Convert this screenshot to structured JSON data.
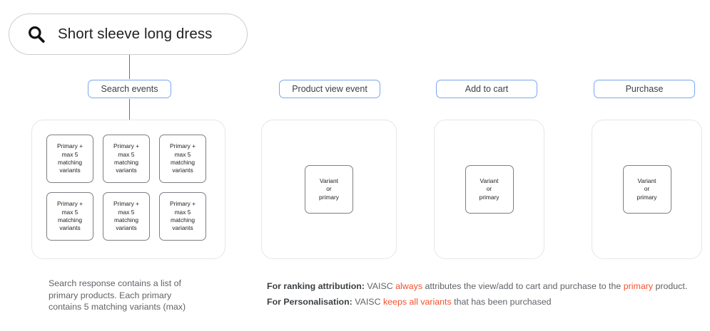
{
  "search": {
    "icon": "search-icon",
    "query": "Short sleeve long dress"
  },
  "colors": {
    "pill_border": "#7aa7f0",
    "panel_border": "#e4e6e8",
    "card_border": "#7b8085",
    "highlight_red": "#f4512c",
    "text_muted": "#5f6368",
    "text_strong": "#3c4043"
  },
  "columns": [
    {
      "label": "Search events",
      "card_text": "Primary +\nmax 5\nmatching\nvariants",
      "card_count": 6
    },
    {
      "label": "Product view event",
      "card_text": "Variant\nor\nprimary",
      "card_count": 1
    },
    {
      "label": "Add to cart",
      "card_text": "Variant\nor\nprimary",
      "card_count": 1
    },
    {
      "label": "Purchase",
      "card_text": "Variant\nor\nprimary",
      "card_count": 1
    }
  ],
  "caption_left": "Search response contains a list of\nprimary products. Each primary\ncontains 5 matching variants (max)",
  "annotations": [
    {
      "label": "For ranking attribution:",
      "part1": " VAISC ",
      "highlight1": "always",
      "part2": " attributes the view/add to cart and purchase to the ",
      "highlight2": "primary",
      "part3": " product."
    },
    {
      "label": "For Personalisation:",
      "part1": " VAISC ",
      "highlight1": "keeps all variants",
      "part2": " that has been purchased",
      "highlight2": "",
      "part3": ""
    }
  ]
}
